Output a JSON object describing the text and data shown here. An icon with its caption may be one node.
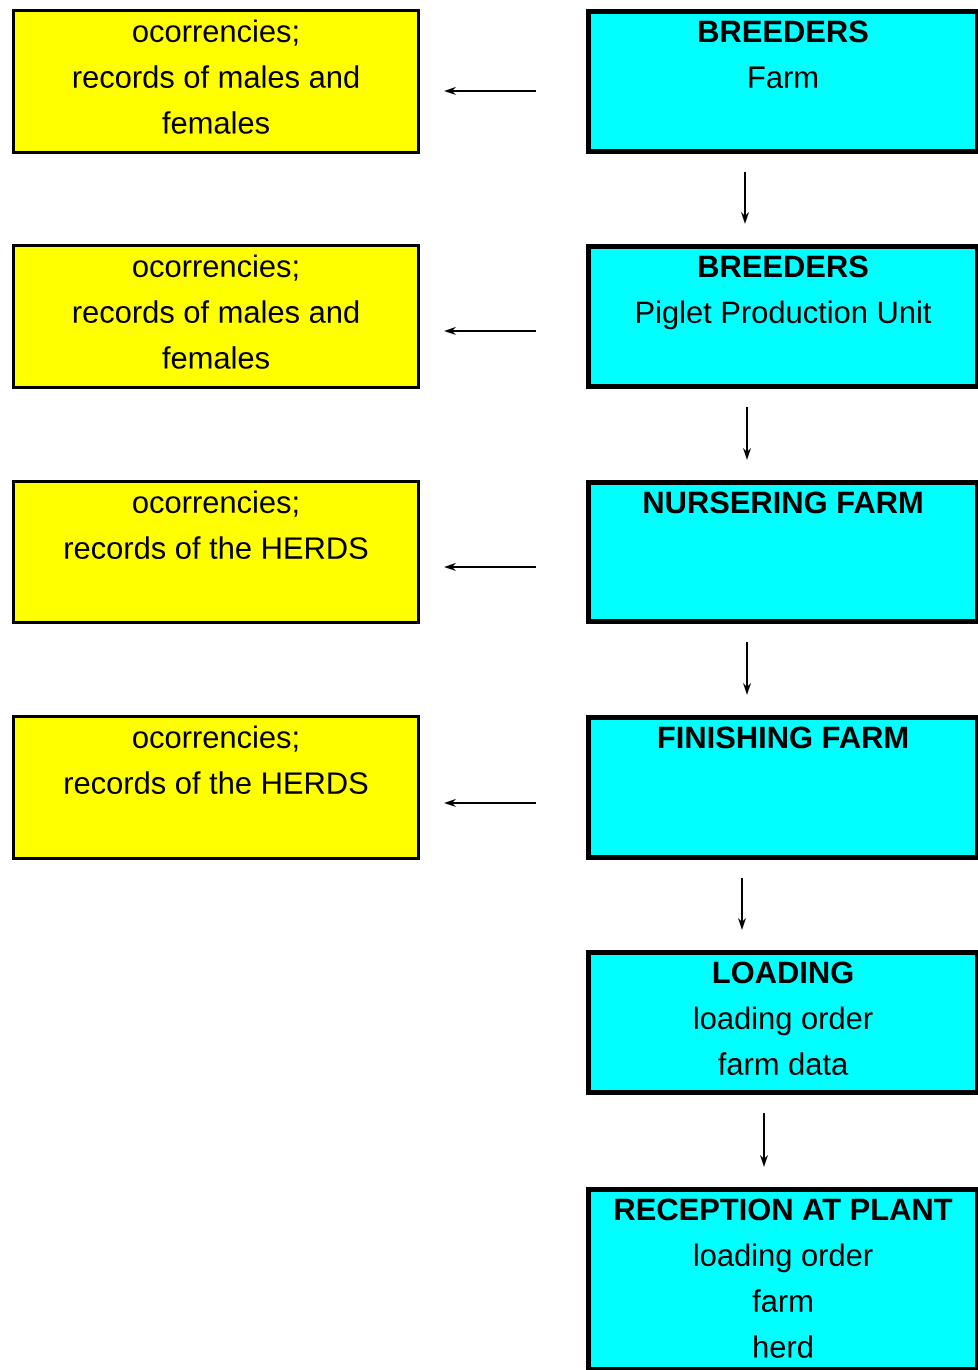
{
  "diagram": {
    "nodes": [
      {
        "text": [
          "ocorrencies;",
          "records of males and females"
        ]
      },
      {
        "text": [
          "BREEDERS",
          "Farm"
        ]
      },
      {
        "text": [
          "ocorrencies;",
          "records of males and females"
        ]
      },
      {
        "text": [
          "BREEDERS",
          "Piglet Production Unit"
        ]
      },
      {
        "text": [
          "ocorrencies;",
          "records of the HERDS"
        ]
      },
      {
        "text": [
          "NURSERING FARM"
        ]
      },
      {
        "text": [
          "ocorrencies;",
          "records of the HERDS"
        ]
      },
      {
        "text": [
          "FINISHING FARM"
        ]
      },
      {
        "text": [
          "LOADING",
          "loading order",
          "farm data"
        ]
      },
      {
        "text": [
          "RECEPTION AT PLANT",
          "loading order",
          "farm",
          "herd"
        ]
      }
    ],
    "edges": [
      {
        "from": 1,
        "to": 0,
        "arrow": "to"
      },
      {
        "from": 1,
        "to": 3,
        "arrow": "to"
      },
      {
        "from": 3,
        "to": 2,
        "arrow": "to"
      },
      {
        "from": 3,
        "to": 5,
        "arrow": "to"
      },
      {
        "from": 5,
        "to": 4,
        "arrow": "to"
      },
      {
        "from": 5,
        "to": 7,
        "arrow": "to"
      },
      {
        "from": 7,
        "to": 6,
        "arrow": "to"
      },
      {
        "from": 7,
        "to": 8,
        "arrow": "to"
      },
      {
        "from": 8,
        "to": 9,
        "arrow": "to"
      }
    ]
  }
}
